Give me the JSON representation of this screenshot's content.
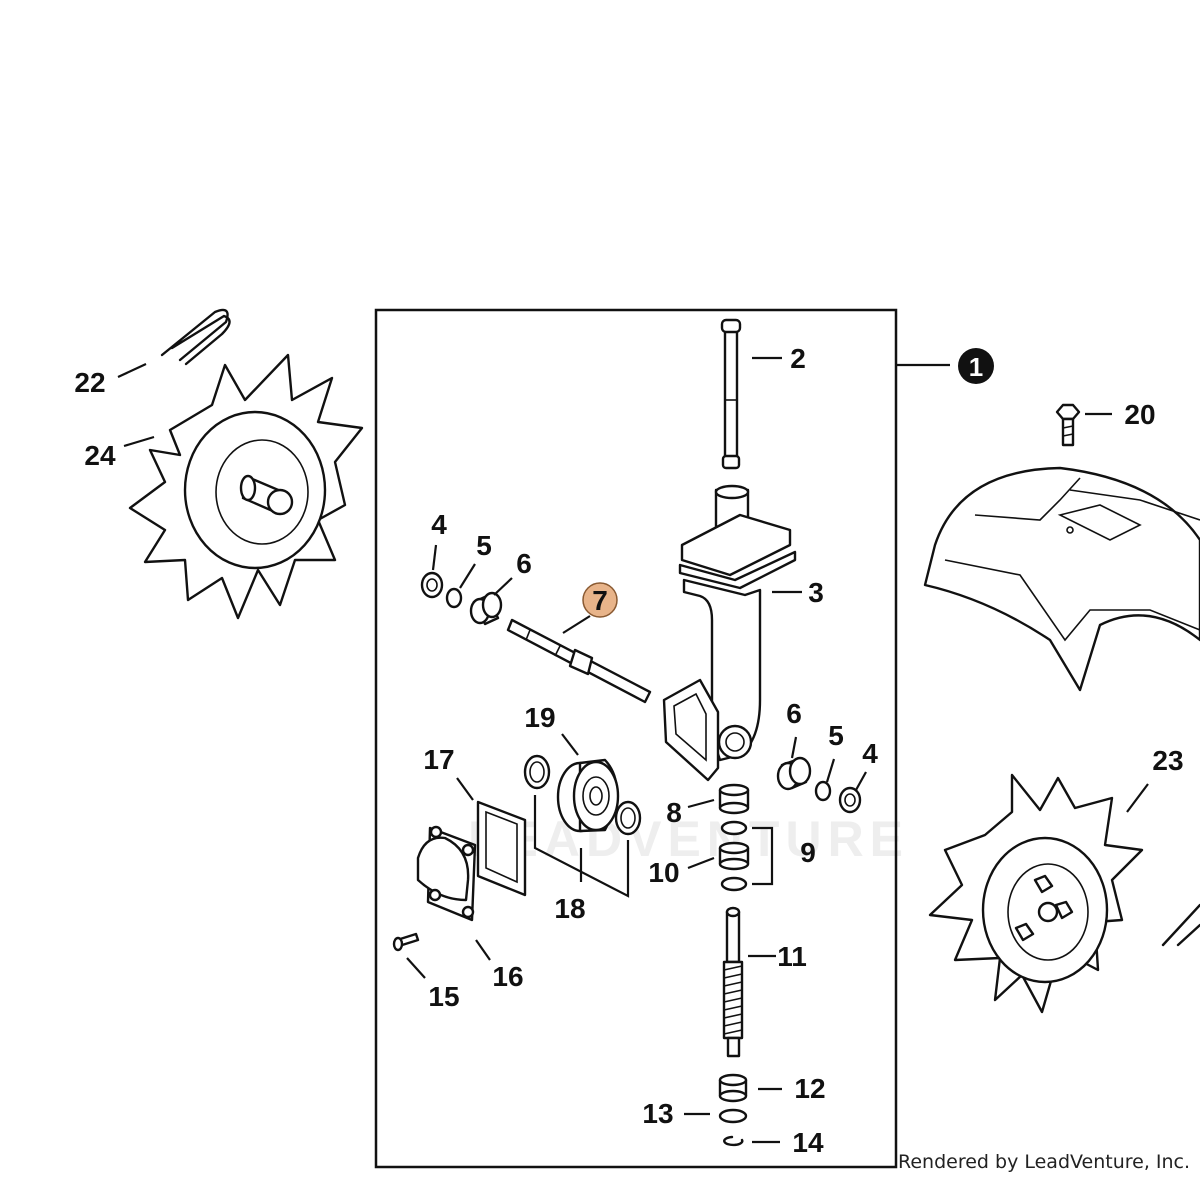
{
  "diagram": {
    "assembly_marker": "1",
    "highlight_color": "#E8B48A",
    "watermark": "LEADVENTURE",
    "credit": "Rendered by LeadVenture, Inc.",
    "callouts": {
      "c2": "2",
      "c3": "3",
      "c4a": "4",
      "c4b": "4",
      "c5a": "5",
      "c5b": "5",
      "c6a": "6",
      "c6b": "6",
      "c7": "7",
      "c8": "8",
      "c9": "9",
      "c10": "10",
      "c11": "11",
      "c12": "12",
      "c13": "13",
      "c14": "14",
      "c15": "15",
      "c16": "16",
      "c17": "17",
      "c18": "18",
      "c19": "19",
      "c20": "20",
      "c22": "22",
      "c23": "23",
      "c24": "24"
    }
  }
}
